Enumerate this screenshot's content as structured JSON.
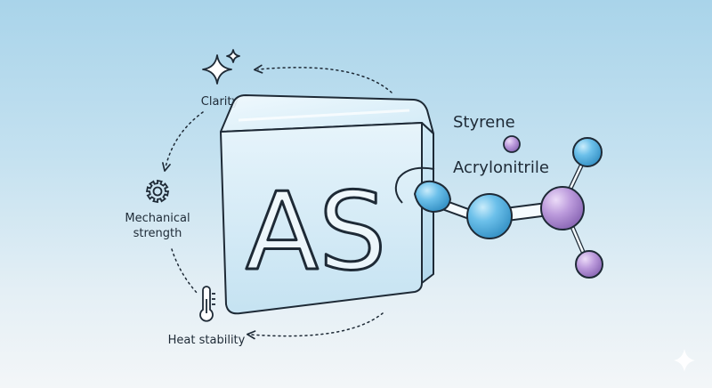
{
  "cube": {
    "label": "AS"
  },
  "properties": {
    "clarity": "Clarity",
    "mechanical_line1": "Mechanical",
    "mechanical_line2": "strength",
    "heat": "Heat stability"
  },
  "molecule": {
    "styrene": "Styrene",
    "acrylonitrile": "Acrylonitrile"
  },
  "colors": {
    "blue_atom": "#5fb6e6",
    "purple_atom": "#b89ad6",
    "outline": "#1e2a36"
  },
  "icons": [
    "sparkle-icon",
    "gear-icon",
    "thermometer-icon",
    "watermark-sparkle-icon"
  ]
}
